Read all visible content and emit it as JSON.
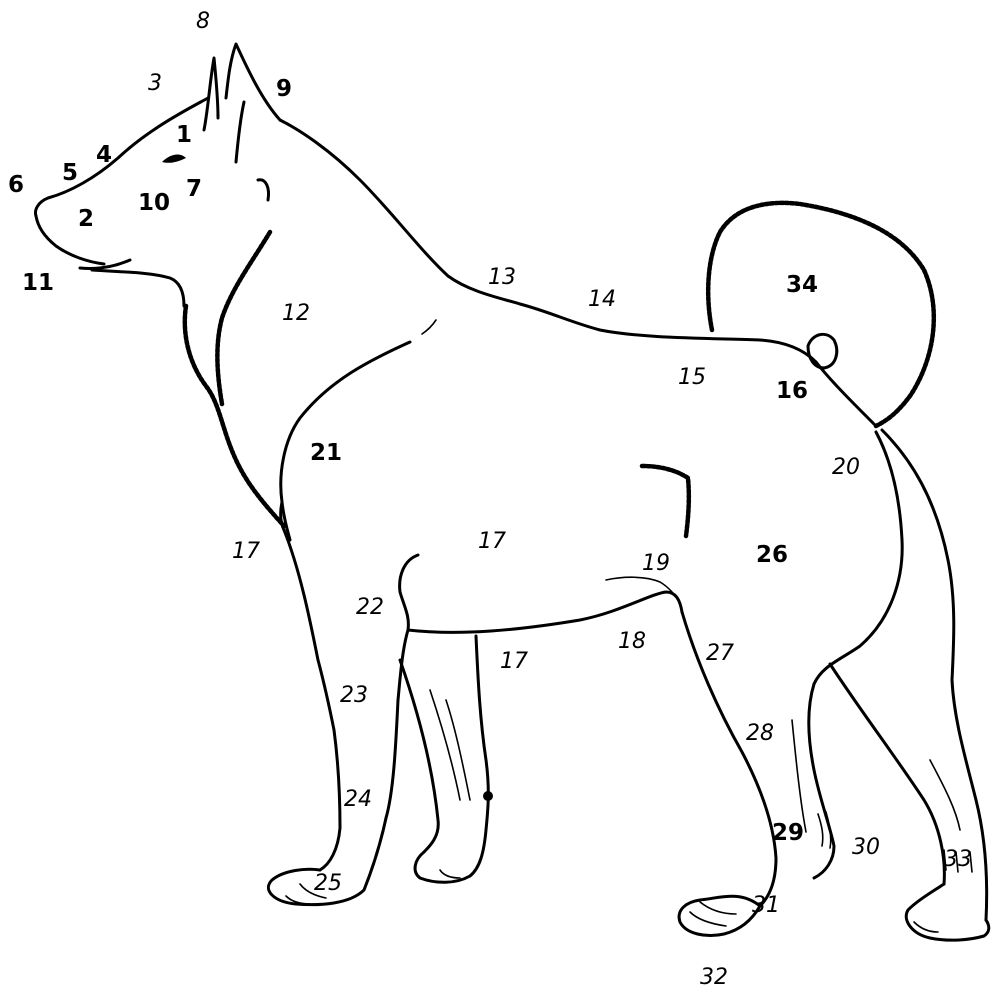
{
  "labels": {
    "l1": "1",
    "l2": "2",
    "l3": "3",
    "l4": "4",
    "l5": "5",
    "l6": "6",
    "l7": "7",
    "l8": "8",
    "l9": "9",
    "l10": "10",
    "l11": "11",
    "l12": "12",
    "l13": "13",
    "l14": "14",
    "l15": "15",
    "l16": "16",
    "l17a": "17",
    "l17b": "17",
    "l17c": "17",
    "l18": "18",
    "l19": "19",
    "l20": "20",
    "l21": "21",
    "l22": "22",
    "l23": "23",
    "l24": "24",
    "l25": "25",
    "l26": "26",
    "l27": "27",
    "l28": "28",
    "l29": "29",
    "l30": "30",
    "l31": "31",
    "l32": "32",
    "l33": "33",
    "l34": "34"
  }
}
